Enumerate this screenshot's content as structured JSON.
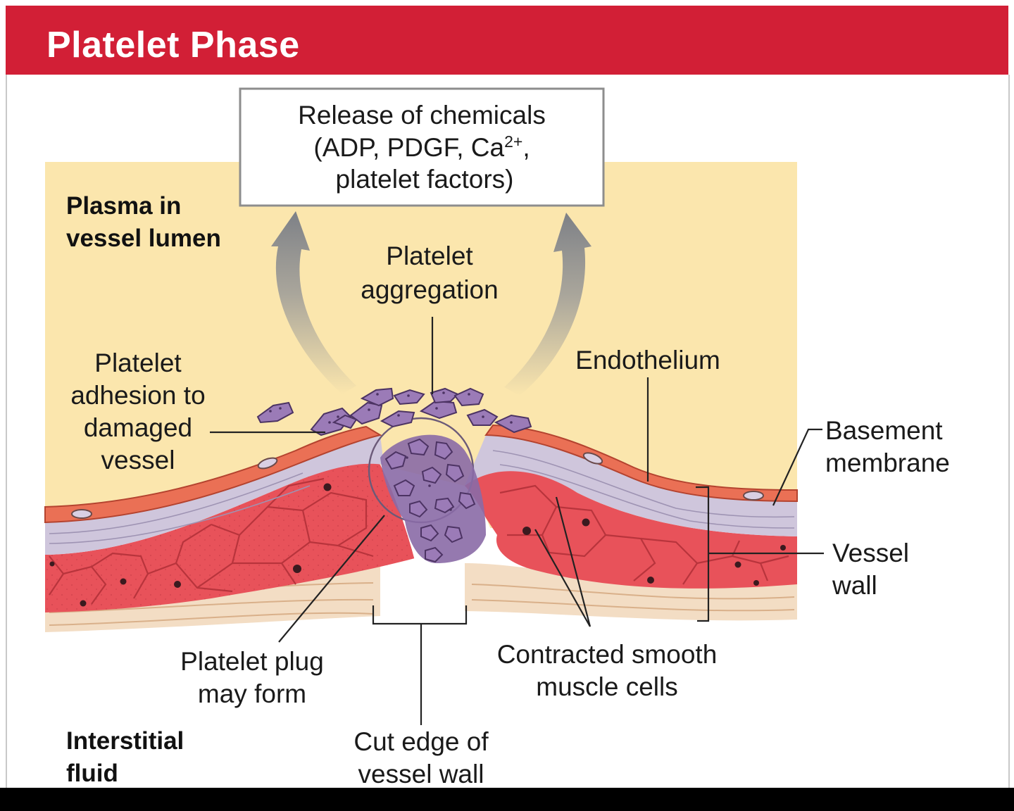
{
  "header": {
    "title": "Platelet Phase",
    "color": "#d21f36"
  },
  "callout": {
    "line1": "Release of chemicals",
    "line2_prefix": "(ADP, PDGF, Ca",
    "line2_sup": "2+",
    "line2_suffix": ",",
    "line3": "platelet factors)"
  },
  "regions": {
    "plasma": [
      "Plasma in",
      "vessel lumen"
    ],
    "interstitial": [
      "Interstitial",
      "fluid"
    ]
  },
  "labels": {
    "platelet_aggregation": [
      "Platelet",
      "aggregation"
    ],
    "platelet_adhesion": [
      "Platelet",
      "adhesion to",
      "damaged",
      "vessel"
    ],
    "endothelium": [
      "Endothelium"
    ],
    "basement_membrane": [
      "Basement",
      "membrane"
    ],
    "vessel_wall": [
      "Vessel",
      "wall"
    ],
    "platelet_plug": [
      "Platelet plug",
      "may form"
    ],
    "contracted_smooth_muscle": [
      "Contracted smooth",
      "muscle cells"
    ],
    "cut_edge": [
      "Cut edge of",
      "vessel wall"
    ]
  },
  "colors": {
    "plasma": "#fbe6ad",
    "endothelium": "#ea7055",
    "basement_membrane": "#cfc6dc",
    "smooth_muscle": "#e8525a",
    "platelet": "#8a6aa6",
    "connective_tissue": "#f2dcc2",
    "arrow": "#8e9095"
  }
}
